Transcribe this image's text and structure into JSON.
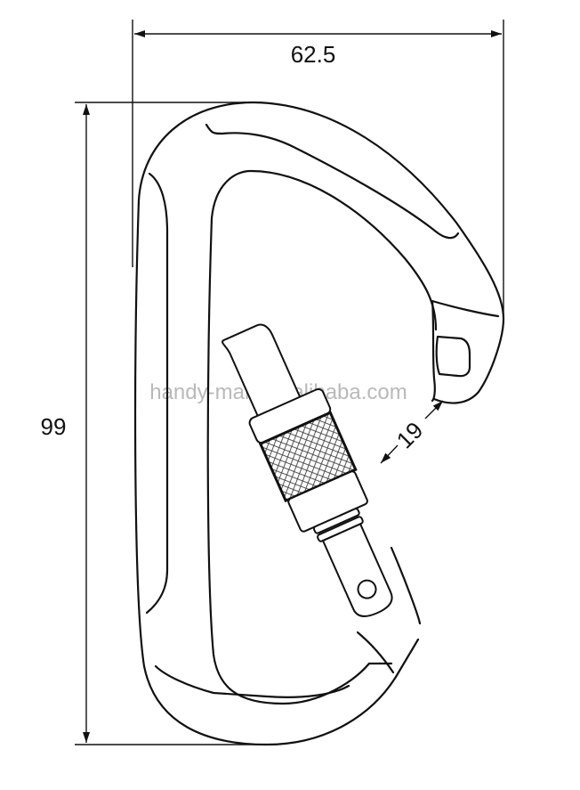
{
  "dimensions": {
    "width_label": "62.5",
    "height_label": "99",
    "gate_opening_label": "19"
  },
  "watermark": "handy-man.en.alibaba.com",
  "colors": {
    "line": "#111111",
    "watermark": "#b9b9b9",
    "background": "#ffffff"
  }
}
